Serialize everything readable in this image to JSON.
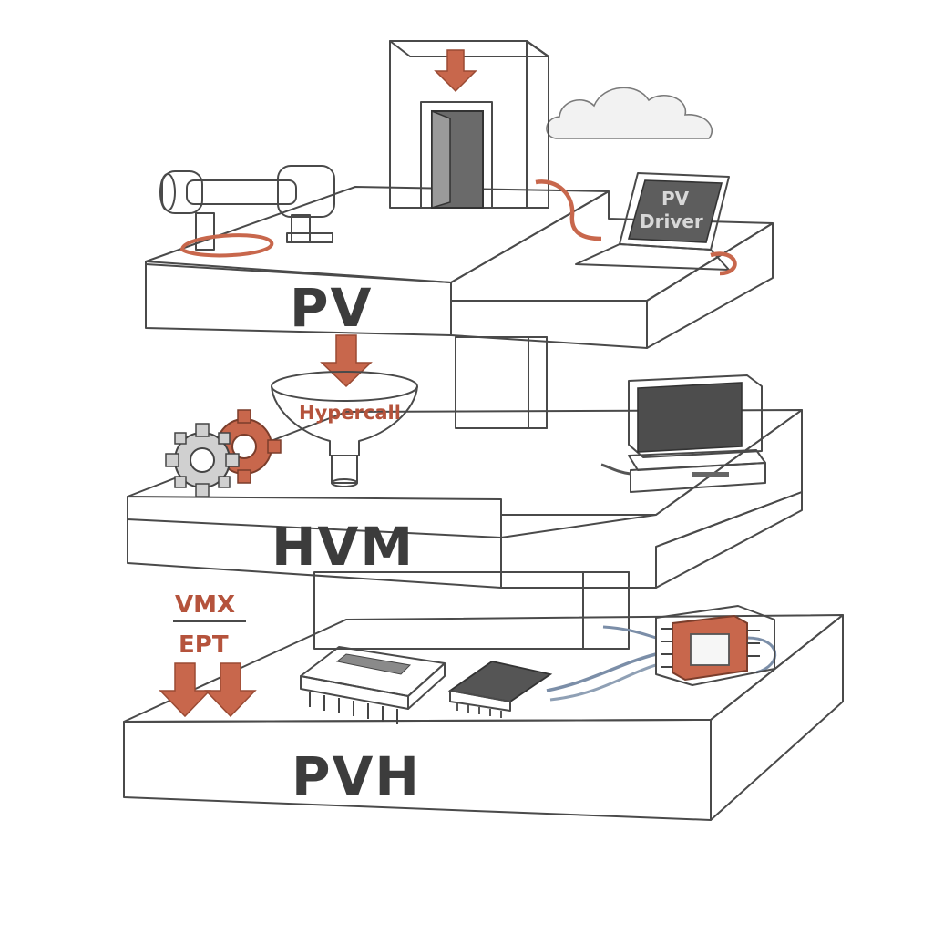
{
  "layers": [
    {
      "id": "pv",
      "label": "PV"
    },
    {
      "id": "hvm",
      "label": "HVM"
    },
    {
      "id": "pvh",
      "label": "PVH"
    }
  ],
  "annotations": {
    "laptop_screen_line1": "PV",
    "laptop_screen_line2": "Driver",
    "funnel_label": "Hypercall",
    "vmx_label": "VMX",
    "ept_label": "EPT"
  },
  "colors": {
    "accent": "#c8674c",
    "ink": "#3c3c3c",
    "slab_top": "#ececec",
    "slab_front": "#e2e2e2",
    "slab_side": "#d2d2d2"
  },
  "icons": [
    "pipe-icon",
    "door-tower-icon",
    "cloud-icon",
    "laptop-icon",
    "funnel-icon",
    "gears-icon",
    "crt-computer-icon",
    "cpu-chip-icon",
    "memory-chip-icon",
    "processor-icon",
    "down-arrow-icon"
  ]
}
